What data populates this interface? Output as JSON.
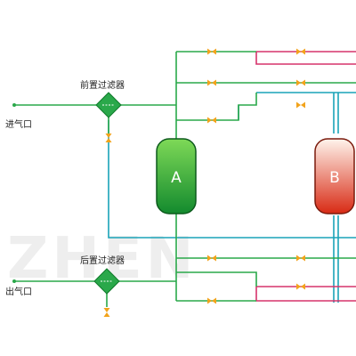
{
  "labels": {
    "inlet": "进气口",
    "outlet": "出气口",
    "pre_filter": "前置过滤器",
    "post_filter": "后置过滤器",
    "vessel_a": "A",
    "vessel_b": "B"
  },
  "watermark": "ZHEN",
  "colors": {
    "main_line": "#2aa84a",
    "loop_line": "#d6336c",
    "cross_line": "#1aa3b8",
    "valve": "#f2a31b",
    "vessel_a_top": "#7ed957",
    "vessel_a_bottom": "#138a2e",
    "vessel_b_top": "#fff4ec",
    "vessel_b_bottom": "#d82a14",
    "filter_fill": "#2aa84a"
  }
}
